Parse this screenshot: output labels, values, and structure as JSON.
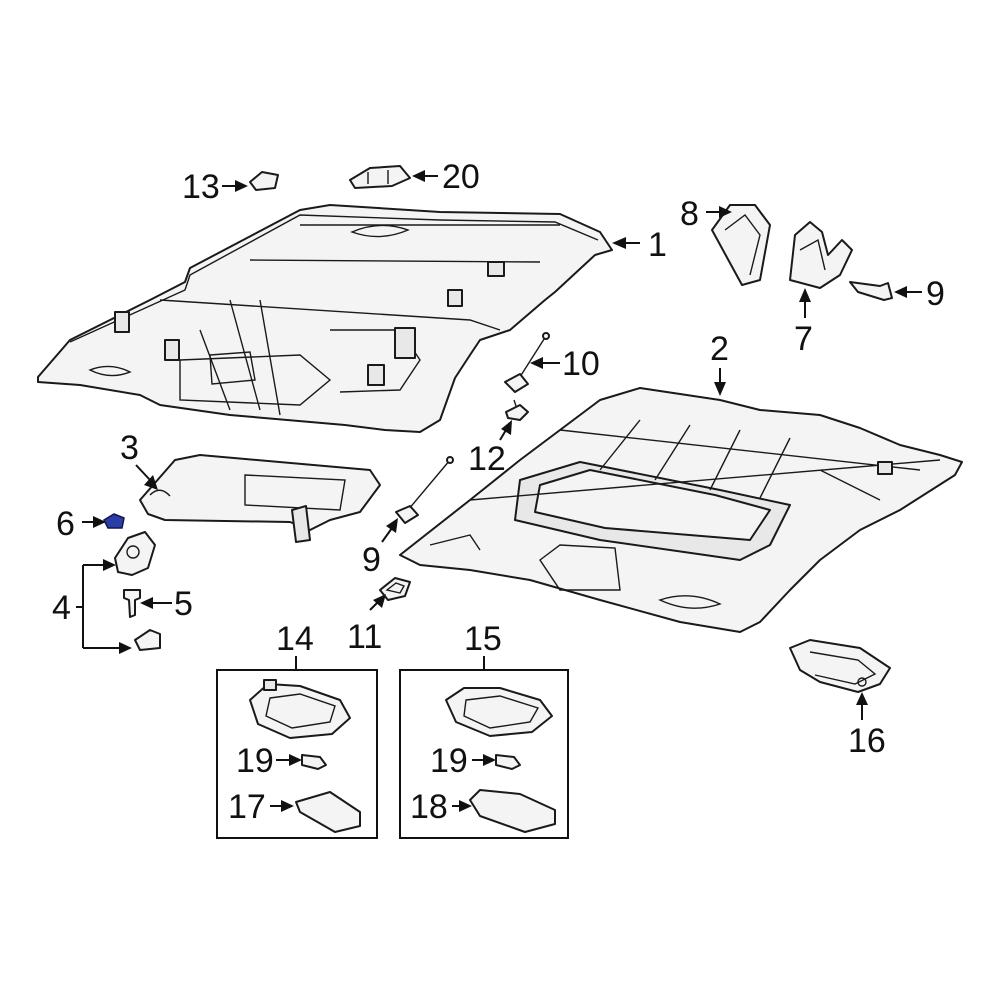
{
  "callouts": {
    "c1": "1",
    "c2": "2",
    "c3": "3",
    "c4": "4",
    "c5": "5",
    "c6": "6",
    "c7": "7",
    "c8": "8",
    "c9a": "9",
    "c9b": "9",
    "c10": "10",
    "c11": "11",
    "c12": "12",
    "c13": "13",
    "c14": "14",
    "c15": "15",
    "c16": "16",
    "c17": "17",
    "c18": "18",
    "c19a": "19",
    "c19b": "19",
    "c20": "20"
  },
  "colors": {
    "highlight_part": "#2b3ea8",
    "line": "#1a1a1a"
  }
}
